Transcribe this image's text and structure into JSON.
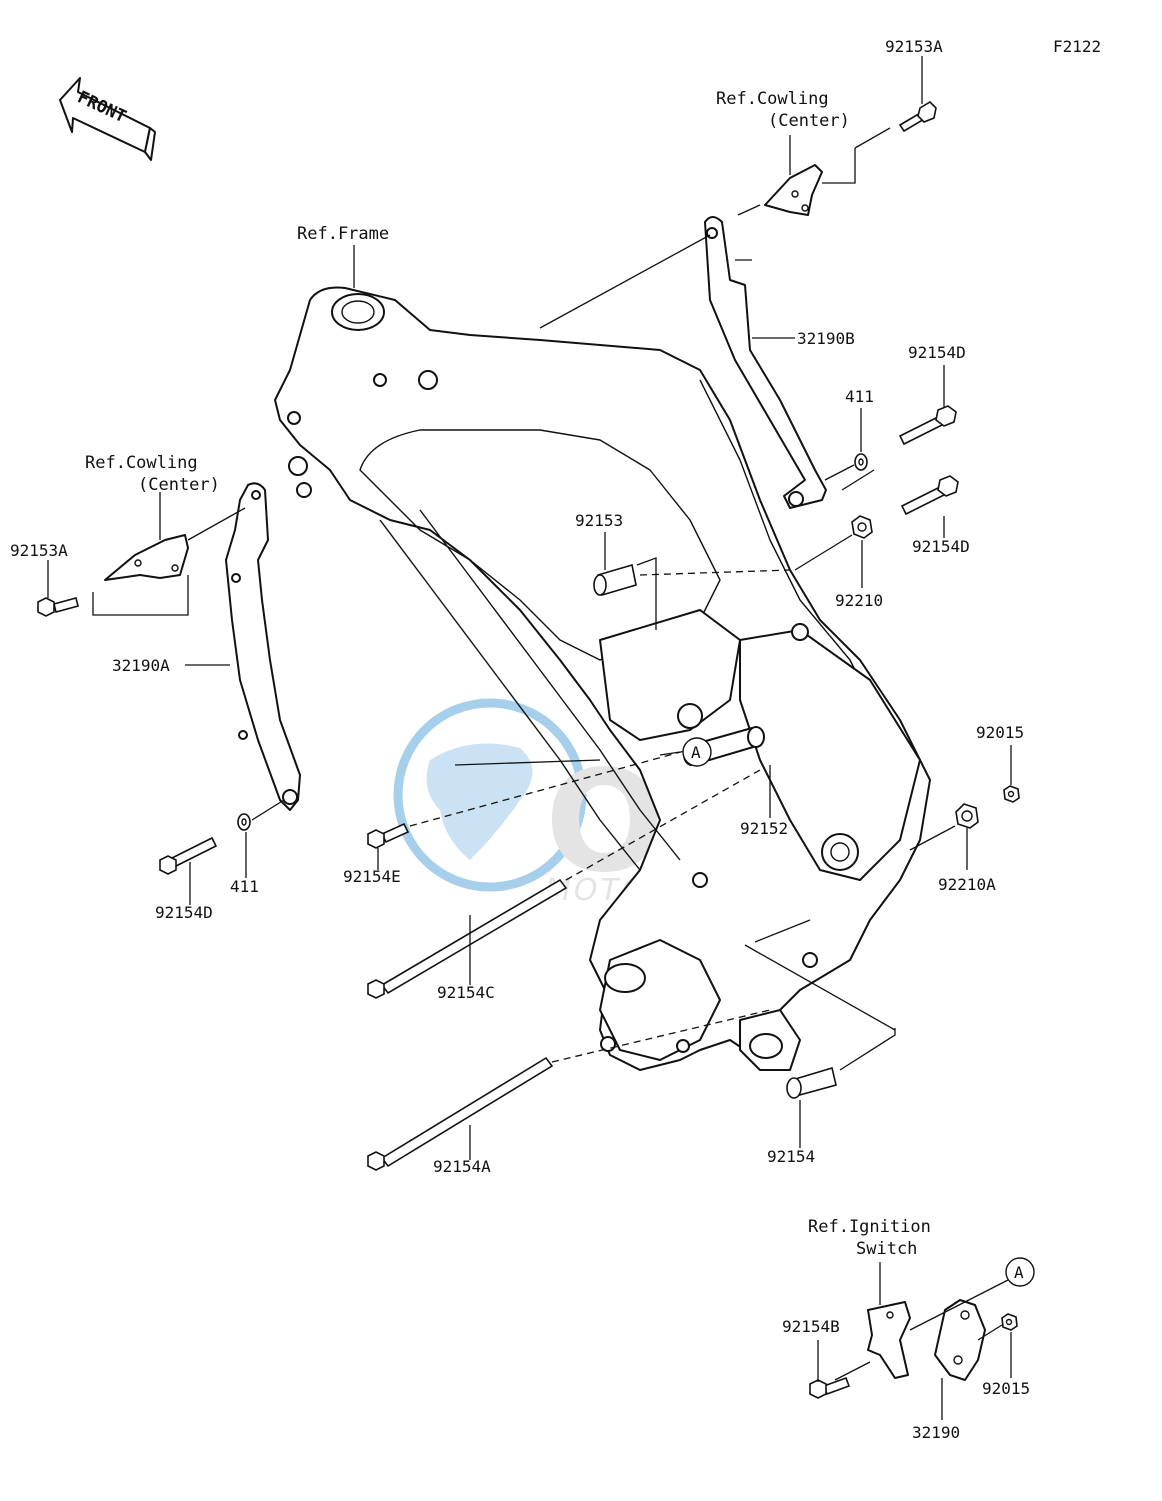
{
  "figure_code": "F2122",
  "front_arrow_label": "FRONT",
  "watermark": {
    "brand": "OSM",
    "sub": "MOTORPARTS",
    "color": "#5fa8dc"
  },
  "callout_marker": "A",
  "references": {
    "frame": "Ref.Frame",
    "cowling_right_line1": "Ref.Cowling",
    "cowling_right_line2": "(Center)",
    "cowling_left_line1": "Ref.Cowling",
    "cowling_left_line2": "(Center)",
    "ignition_line1": "Ref.Ignition",
    "ignition_line2": "Switch"
  },
  "parts": {
    "p92153A_top": "92153A",
    "p92153A_left": "92153A",
    "p32190B": "32190B",
    "p32190A": "32190A",
    "p32190": "32190",
    "p92154D_top": "92154D",
    "p92154D_mid": "92154D",
    "p92154D_left": "92154D",
    "p411_right": "411",
    "p411_left": "411",
    "p92210": "92210",
    "p92210A": "92210A",
    "p92015_right": "92015",
    "p92015_bottom": "92015",
    "p92153": "92153",
    "p92152": "92152",
    "p92154E": "92154E",
    "p92154C": "92154C",
    "p92154A": "92154A",
    "p92154": "92154",
    "p92154B": "92154B"
  }
}
